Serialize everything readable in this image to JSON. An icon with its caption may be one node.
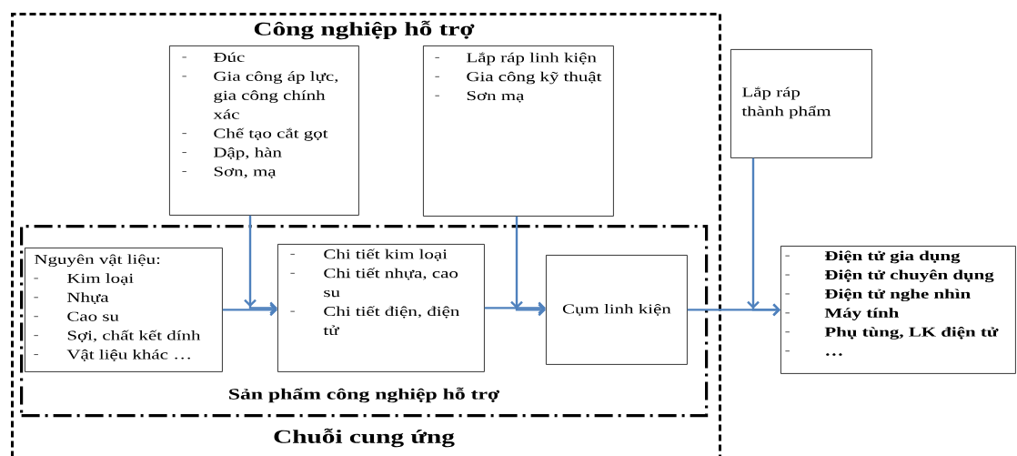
{
  "diagram": {
    "nodes": [
      {
        "text": [
          "Công nghiệp hỗ trợ",
          "Chuỗi cung ứng"
        ]
      },
      {
        "text": [
          "Đúc",
          "Gia công áp lực, gia công chính xác",
          "Chế tạo cắt gọt",
          "Dập, hàn",
          "Sơn, mạ"
        ],
        "in": 0
      },
      {
        "text": [
          "Lắp ráp linh kiện",
          "Gia công kỹ thuật",
          "Sơn mạ"
        ],
        "in": 0
      },
      {
        "text": [
          "Sản phẩm công nghiệp hỗ trợ"
        ],
        "in": 0
      },
      {
        "text": [
          "Nguyên vật liệu:",
          "Kim loại",
          "Nhựa",
          "Cao su",
          "Sợi, chất kết dính",
          "Vật liệu khác …"
        ],
        "in": 3
      },
      {
        "text": [
          "Chi tiết kim loại",
          "Chi tiết nhựa, cao su",
          "Chi tiết điện, điện tử"
        ],
        "in": 3
      },
      {
        "text": [
          "Cụm linh kiện"
        ],
        "in": 3
      },
      {
        "text": [
          "Lắp ráp thành phẩm"
        ]
      },
      {
        "text": [
          "Điện tử gia dụng",
          "Điện tử chuyên dụng",
          "Điện tử nghe nhìn",
          "Máy tính",
          "Phụ tùng, LK điện tử",
          "…"
        ]
      }
    ],
    "edges": [
      {
        "from": 4,
        "to": 5,
        "arrow": "to"
      },
      {
        "from": 1,
        "to": 5,
        "arrow": "to"
      },
      {
        "from": 5,
        "to": 6,
        "arrow": "to"
      },
      {
        "from": 2,
        "to": 6,
        "arrow": "to"
      },
      {
        "from": 6,
        "to": 8,
        "arrow": "to"
      },
      {
        "from": 7,
        "to": 8,
        "arrow": "to"
      }
    ]
  }
}
